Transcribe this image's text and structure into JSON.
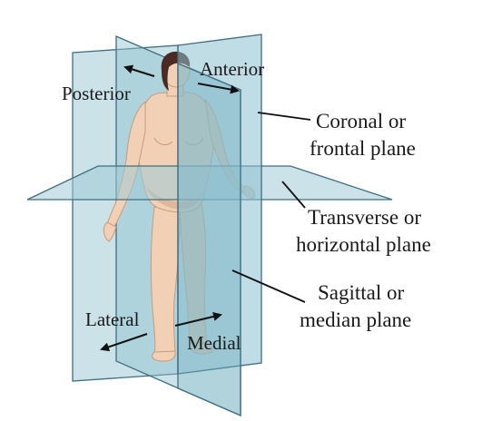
{
  "labels": {
    "anterior": "Anterior",
    "posterior": "Posterior",
    "coronal_line1": "Coronal or",
    "coronal_line2": "frontal plane",
    "transverse_line1": "Transverse or",
    "transverse_line2": "horizontal plane",
    "sagittal_line1": "Sagittal or",
    "sagittal_line2": "median plane",
    "lateral": "Lateral",
    "medial": "Medial"
  },
  "colors": {
    "plane_fill": "#9fcad6",
    "plane_stroke": "#3f6f80",
    "skin": "#f2d0b5",
    "skin_shadow": "#d9ad8d",
    "hair": "#4a2a22",
    "text": "#1a1a1a"
  }
}
